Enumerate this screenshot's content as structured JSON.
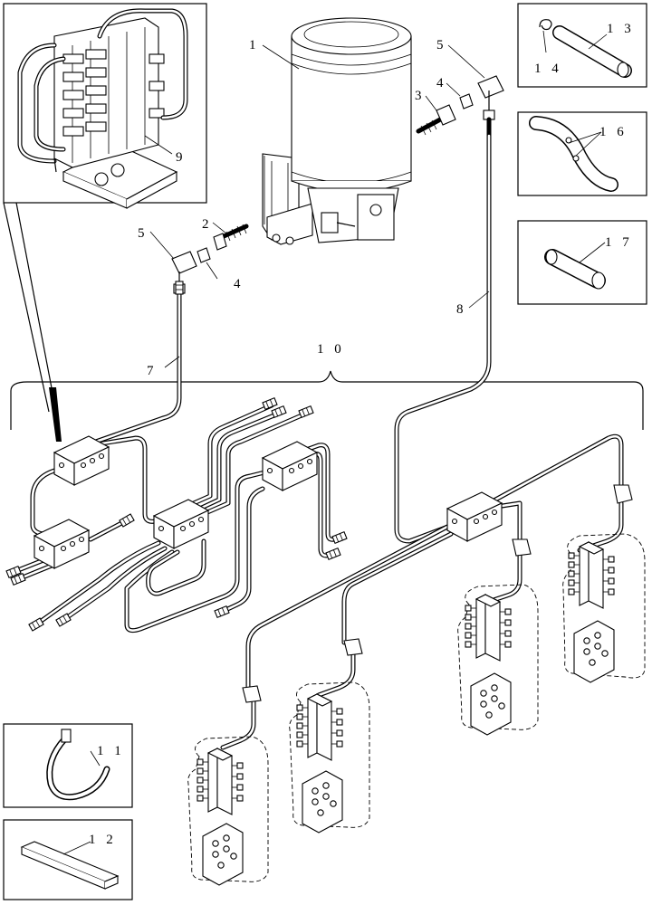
{
  "callouts": {
    "c1": "1",
    "c2": "2",
    "c3": "3",
    "c4a": "4",
    "c4b": "4",
    "c5a": "5",
    "c5b": "5",
    "c7": "7",
    "c8": "8",
    "c9": "9",
    "c10": "1 0",
    "c11": "1 1",
    "c12": "1 2",
    "c13": "1 3",
    "c14": "1 4",
    "c16": "1 6",
    "c17": "1 7"
  }
}
